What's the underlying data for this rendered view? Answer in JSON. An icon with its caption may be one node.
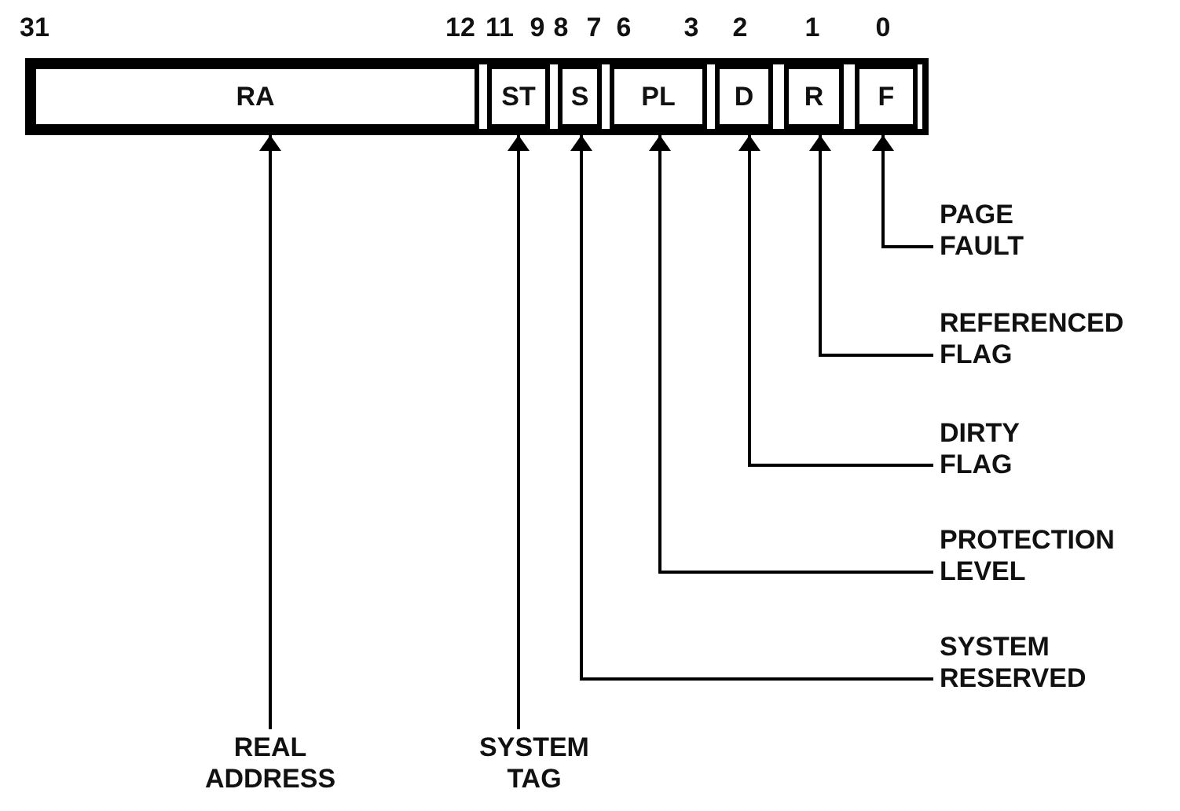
{
  "diagram": {
    "nodes": [
      {
        "text": [],
        "shape": "box"
      },
      {
        "text": [
          "RA"
        ],
        "in": 0
      },
      {
        "text": [
          "ST"
        ],
        "in": 0
      },
      {
        "text": [
          "S"
        ],
        "in": 0
      },
      {
        "text": [
          "PL"
        ],
        "in": 0
      },
      {
        "text": [
          "D"
        ],
        "in": 0
      },
      {
        "text": [
          "R"
        ],
        "in": 0
      },
      {
        "text": [
          "F"
        ],
        "in": 0
      },
      {
        "text": [
          "PAGE FAULT"
        ]
      },
      {
        "text": [
          "REFERENCED FLAG"
        ]
      },
      {
        "text": [
          "DIRTY FLAG"
        ]
      },
      {
        "text": [
          "PROTECTION LEVEL"
        ]
      },
      {
        "text": [
          "SYSTEM RESERVED"
        ]
      },
      {
        "text": [
          "REAL ADDRESS"
        ]
      },
      {
        "text": [
          "SYSTEM TAG"
        ]
      }
    ],
    "edges": [
      {
        "from": 8,
        "to": 7,
        "arrow": "to"
      },
      {
        "from": 9,
        "to": 6,
        "arrow": "to"
      },
      {
        "from": 10,
        "to": 5,
        "arrow": "to"
      },
      {
        "from": 11,
        "to": 4,
        "arrow": "to"
      },
      {
        "from": 12,
        "to": 3,
        "arrow": "to"
      },
      {
        "from": 13,
        "to": 1,
        "arrow": "to"
      },
      {
        "from": 14,
        "to": 2,
        "arrow": "to"
      }
    ],
    "labels": [
      "31",
      "12",
      "11",
      "9",
      "8",
      "7",
      "6",
      "3",
      "2",
      "1",
      "0"
    ]
  }
}
